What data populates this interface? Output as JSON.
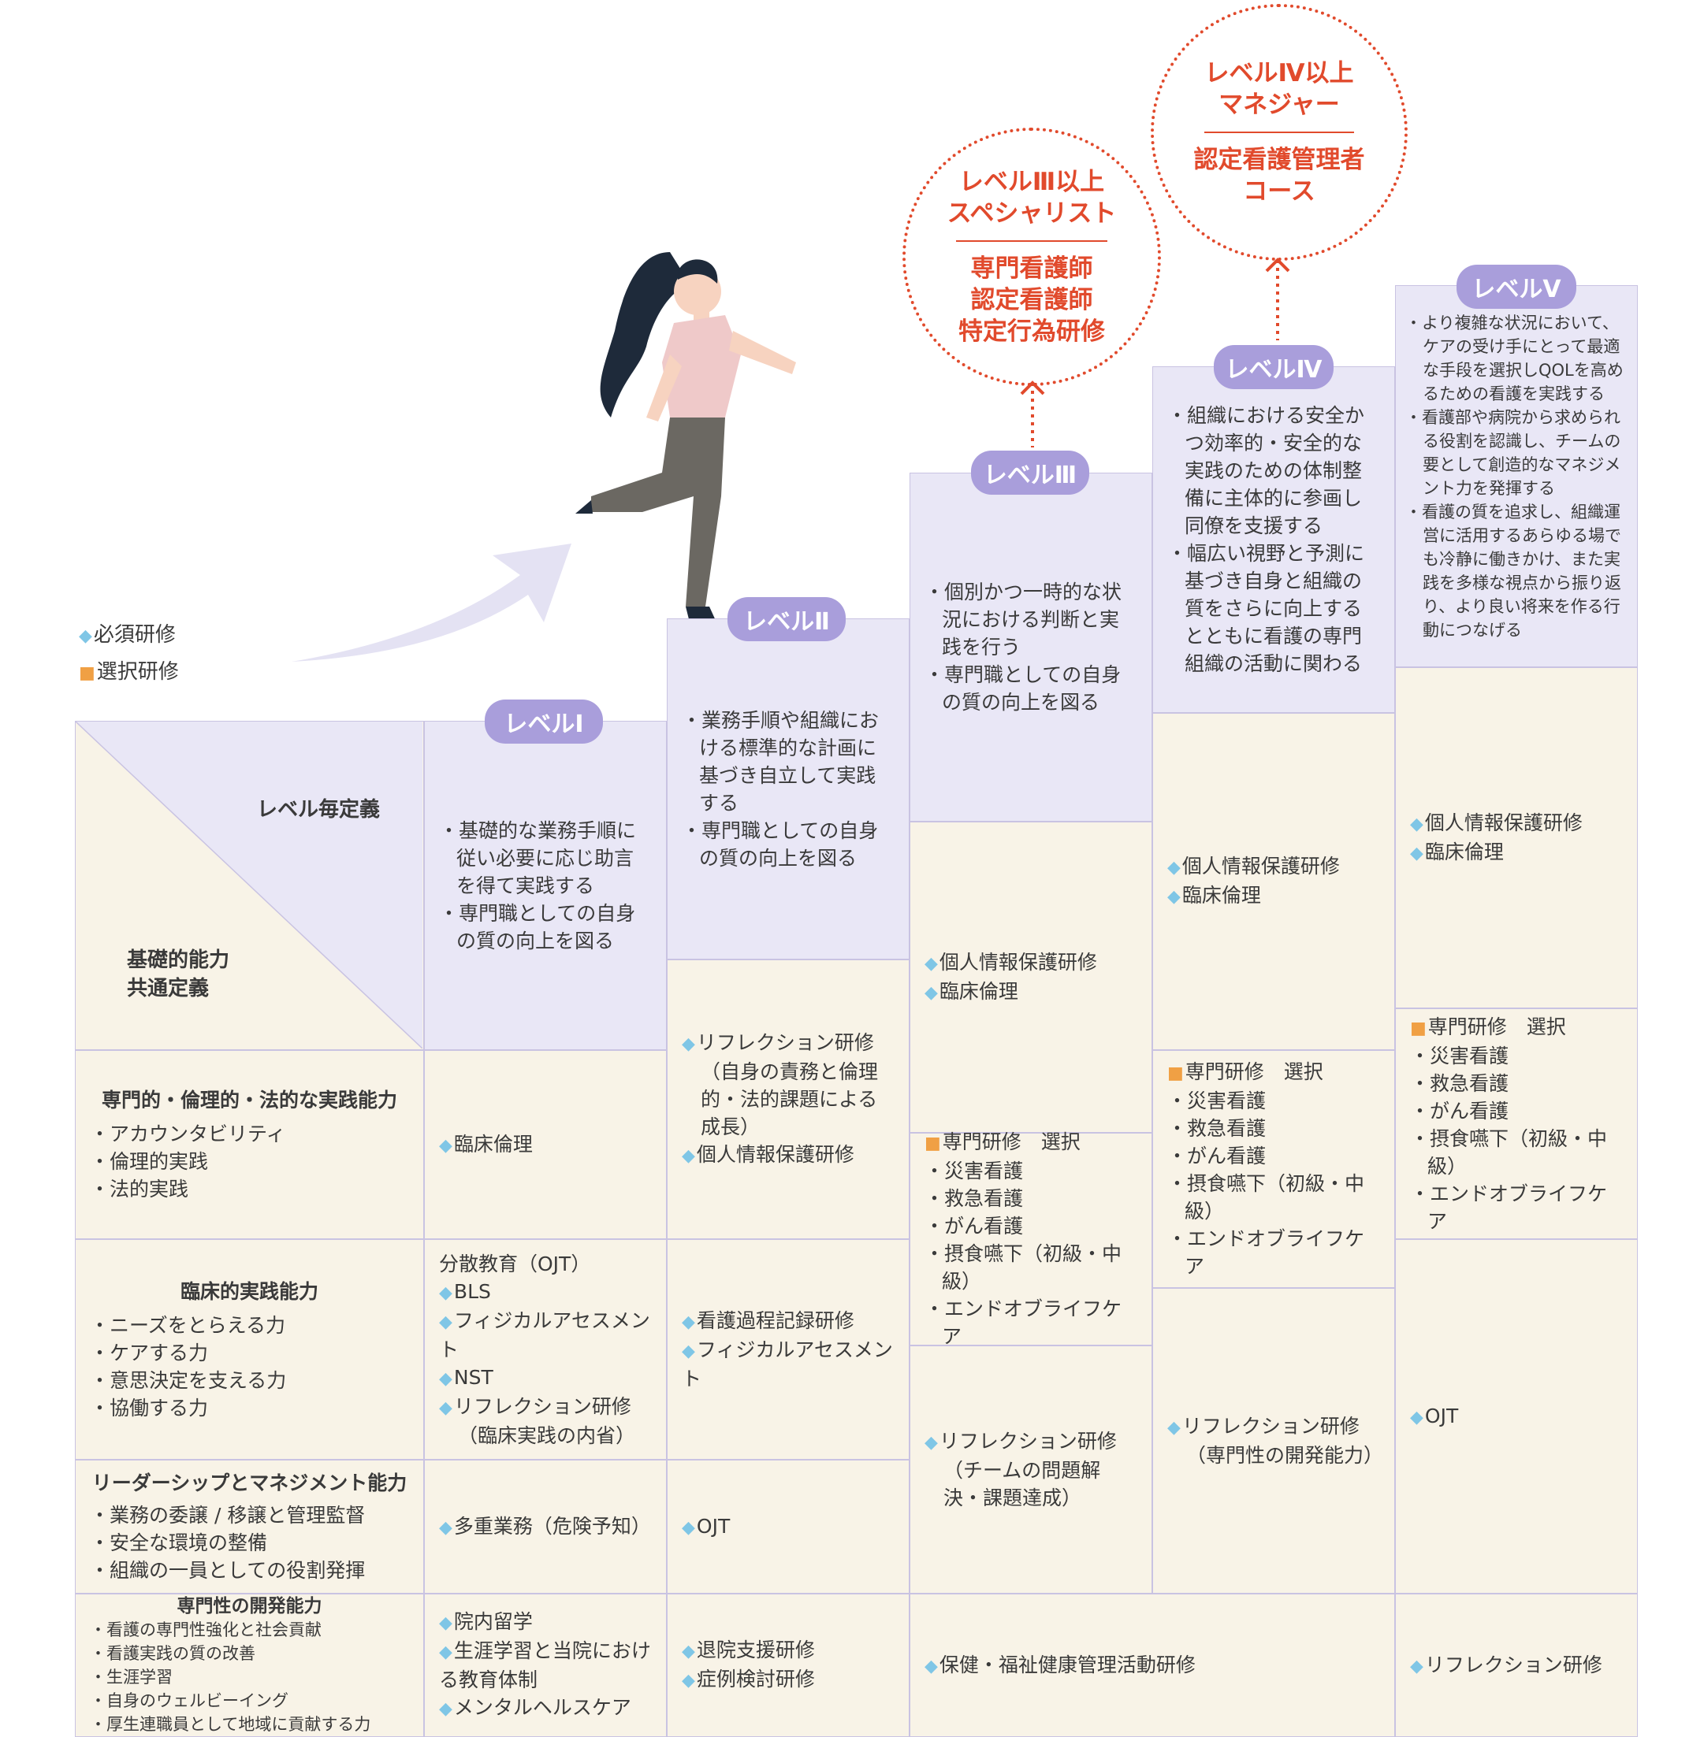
{
  "legend": {
    "required": "必須研修",
    "elective": "選択研修"
  },
  "corner": {
    "level_def": "レベル毎定義",
    "basic_line1": "基礎的能力",
    "basic_line2": "共通定義"
  },
  "levels": [
    {
      "badge": "レベルⅠ",
      "definition": [
        "基礎的な業務手順に従い必要に応じ助言を得て実践する",
        "専門職としての自身の質の向上を図る"
      ]
    },
    {
      "badge": "レベルⅡ",
      "definition": [
        "業務手順や組織における標準的な計画に基づき自立して実践する",
        "専門職としての自身の質の向上を図る"
      ]
    },
    {
      "badge": "レベルⅢ",
      "definition": [
        "個別かつ一時的な状況における判断と実践を行う",
        "専門職としての自身の質の向上を図る"
      ]
    },
    {
      "badge": "レベルⅣ",
      "definition": [
        "組織における安全かつ効率的・安全的な実践のための体制整備に主体的に参画し同僚を支援する",
        "幅広い視野と予測に基づき自身と組織の質をさらに向上するとともに看護の専門組織の活動に関わる"
      ]
    },
    {
      "badge": "レベルⅤ",
      "definition": [
        "より複雑な状況において、ケアの受け手にとって最適な手段を選択しQOLを高めるための看護を実践する",
        "看護部や病院から求められる役割を認識し、チームの要として創造的なマネジメント力を発揮する",
        "看護の質を追求し、組織運営に活用するあらゆる場でも冷静に働きかけ、また実践を多様な視点から振り返り、より良い将来を作る行動につなげる"
      ]
    }
  ],
  "categories": [
    {
      "title": "専門的・倫理的・法的な実践能力",
      "items": [
        "アカウンタビリティ",
        "倫理的実践",
        "法的実践"
      ]
    },
    {
      "title": "臨床的実践能力",
      "items": [
        "ニーズをとらえる力",
        "ケアする力",
        "意思決定を支える力",
        "協働する力"
      ]
    },
    {
      "title": "リーダーシップとマネジメント能力",
      "items": [
        "業務の委譲 / 移譲と管理監督",
        "安全な環境の整備",
        "組織の一員としての役割発揮"
      ]
    },
    {
      "title": "専門性の開発能力",
      "items": [
        "看護の専門性強化と社会貢献",
        "看護実践の質の改善",
        "生涯学習",
        "自身のウェルビーイング",
        "厚生連職員として地域に貢献する力"
      ]
    }
  ],
  "cells": {
    "l1_ethics": "臨床倫理",
    "l1_clinical_head": "分散教育（OJT）",
    "l1_clinical": [
      "BLS",
      "フィジカルアセスメント",
      "NST",
      "リフレクション研修"
    ],
    "l1_clinical_note": "（臨床実践の内省）",
    "l1_leader": "多重業務（危険予知）",
    "l1_dev": [
      "院内留学",
      "生涯学習と当院における教育体制",
      "メンタルヘルスケア"
    ],
    "l2_ethics_1": "リフレクション研修",
    "l2_ethics_note": "（自身の責務と倫理的・法的課題による成長）",
    "l2_ethics_2": "個人情報保護研修",
    "l2_clinical": [
      "看護過程記録研修",
      "フィジカルアセスメント"
    ],
    "l2_leader": "OJT",
    "l2_dev": [
      "退院支援研修",
      "症例検討研修"
    ],
    "l3_upper": [
      "個人情報保護研修",
      "臨床倫理"
    ],
    "specialty_head": "専門研修　選択",
    "specialty_items": [
      "災害看護",
      "救急看護",
      "がん看護",
      "摂食嚥下（初級・中級）",
      "エンドオブライフケア"
    ],
    "l3_reflect": "リフレクション研修",
    "l3_reflect_note": "（チームの問題解決・課題達成）",
    "l3_dev": "保健・福祉健康管理活動研修",
    "l4_upper": [
      "個人情報保護研修",
      "臨床倫理"
    ],
    "l4_reflect": "リフレクション研修",
    "l4_reflect_note": "（専門性の開発能力）",
    "l5_upper": [
      "個人情報保護研修",
      "臨床倫理"
    ],
    "l5_ojt": "OJT",
    "l5_dev": "リフレクション研修"
  },
  "circles": [
    {
      "line1": "レベルⅢ以上",
      "line2": "スペシャリスト",
      "sub": [
        "専門看護師",
        "認定看護師",
        "特定行為研修"
      ]
    },
    {
      "line1": "レベルⅣ以上",
      "line2": "マネジャー",
      "sub": [
        "認定看護管理者",
        "コース"
      ]
    }
  ],
  "colors": {
    "badge": "#a99edb",
    "definition_bg": "#e9e7f6",
    "cell_bg": "#f8f3e7",
    "accent": "#e14a2c",
    "required": "#7fc6e6",
    "elective": "#f0a044"
  }
}
